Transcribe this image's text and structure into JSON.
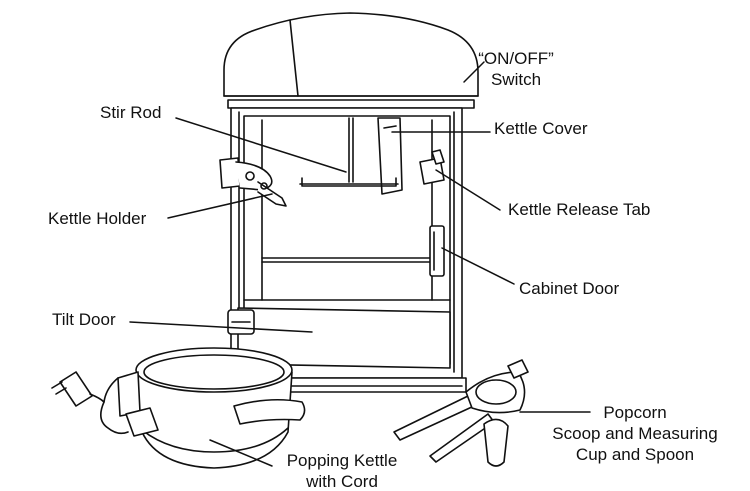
{
  "diagram": {
    "labels": {
      "on_off_switch": {
        "line1": "“ON/OFF”",
        "line2": "Switch"
      },
      "stir_rod": "Stir Rod",
      "kettle_cover": "Kettle Cover",
      "kettle_holder": "Kettle Holder",
      "kettle_release_tab": "Kettle Release Tab",
      "cabinet_door": "Cabinet Door",
      "tilt_door": "Tilt Door",
      "popcorn_scoop": {
        "line1": "Popcorn",
        "line2": "Scoop and Measuring",
        "line3": "Cup and Spoon"
      },
      "popping_kettle": {
        "line1": "Popping Kettle",
        "line2": "with Cord"
      }
    },
    "colors": {
      "stroke": "#111111",
      "fill": "#ffffff",
      "text": "#111111"
    }
  }
}
